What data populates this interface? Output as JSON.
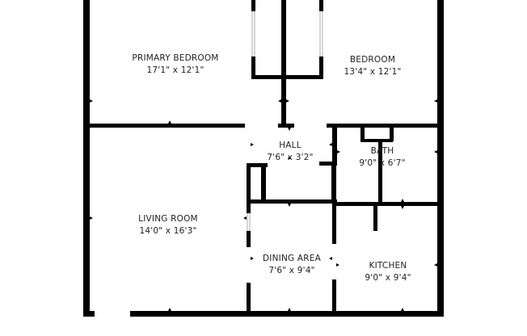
{
  "rooms": [
    {
      "id": "primary-bedroom",
      "name": "PRIMARY BEDROOM",
      "dims": "17'1\" x 12'1\""
    },
    {
      "id": "bedroom",
      "name": "BEDROOM",
      "dims": "13'4\" x 12'1\""
    },
    {
      "id": "hall",
      "name": "HALL",
      "dims": "7'6\" x 3'2\""
    },
    {
      "id": "bath",
      "name": "BATH",
      "dims": "9'0\" x 6'7\""
    },
    {
      "id": "living-room",
      "name": "LIVING ROOM",
      "dims": "14'0\" x 16'3\""
    },
    {
      "id": "dining-area",
      "name": "DINING AREA",
      "dims": "7'6\" x 9'4\""
    },
    {
      "id": "kitchen",
      "name": "KITCHEN",
      "dims": "9'0\" x 9'4\""
    }
  ],
  "colors": {
    "wall": "#000000",
    "label": "#222222",
    "background": "#ffffff"
  }
}
